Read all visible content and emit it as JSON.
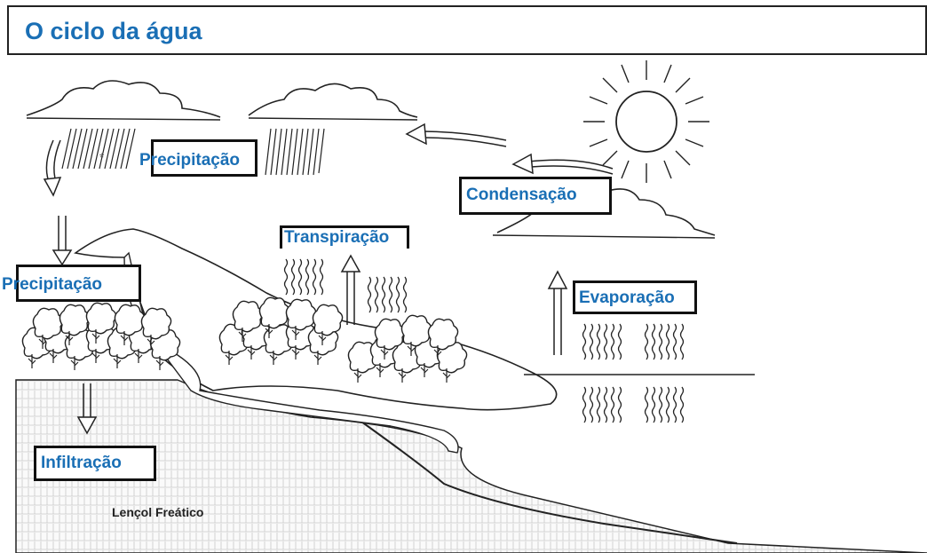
{
  "title": "O ciclo da água",
  "labels": {
    "precipitation_top": "Precipitação",
    "precipitation_left": "Precipitação",
    "condensation": "Condensação",
    "transpiration": "Transpiração",
    "evaporation": "Evaporação",
    "infiltration": "Infiltração",
    "water_table": "Lençol Freático"
  },
  "colors": {
    "label_blue": "#1a6fb5",
    "line_dark": "#222222"
  }
}
